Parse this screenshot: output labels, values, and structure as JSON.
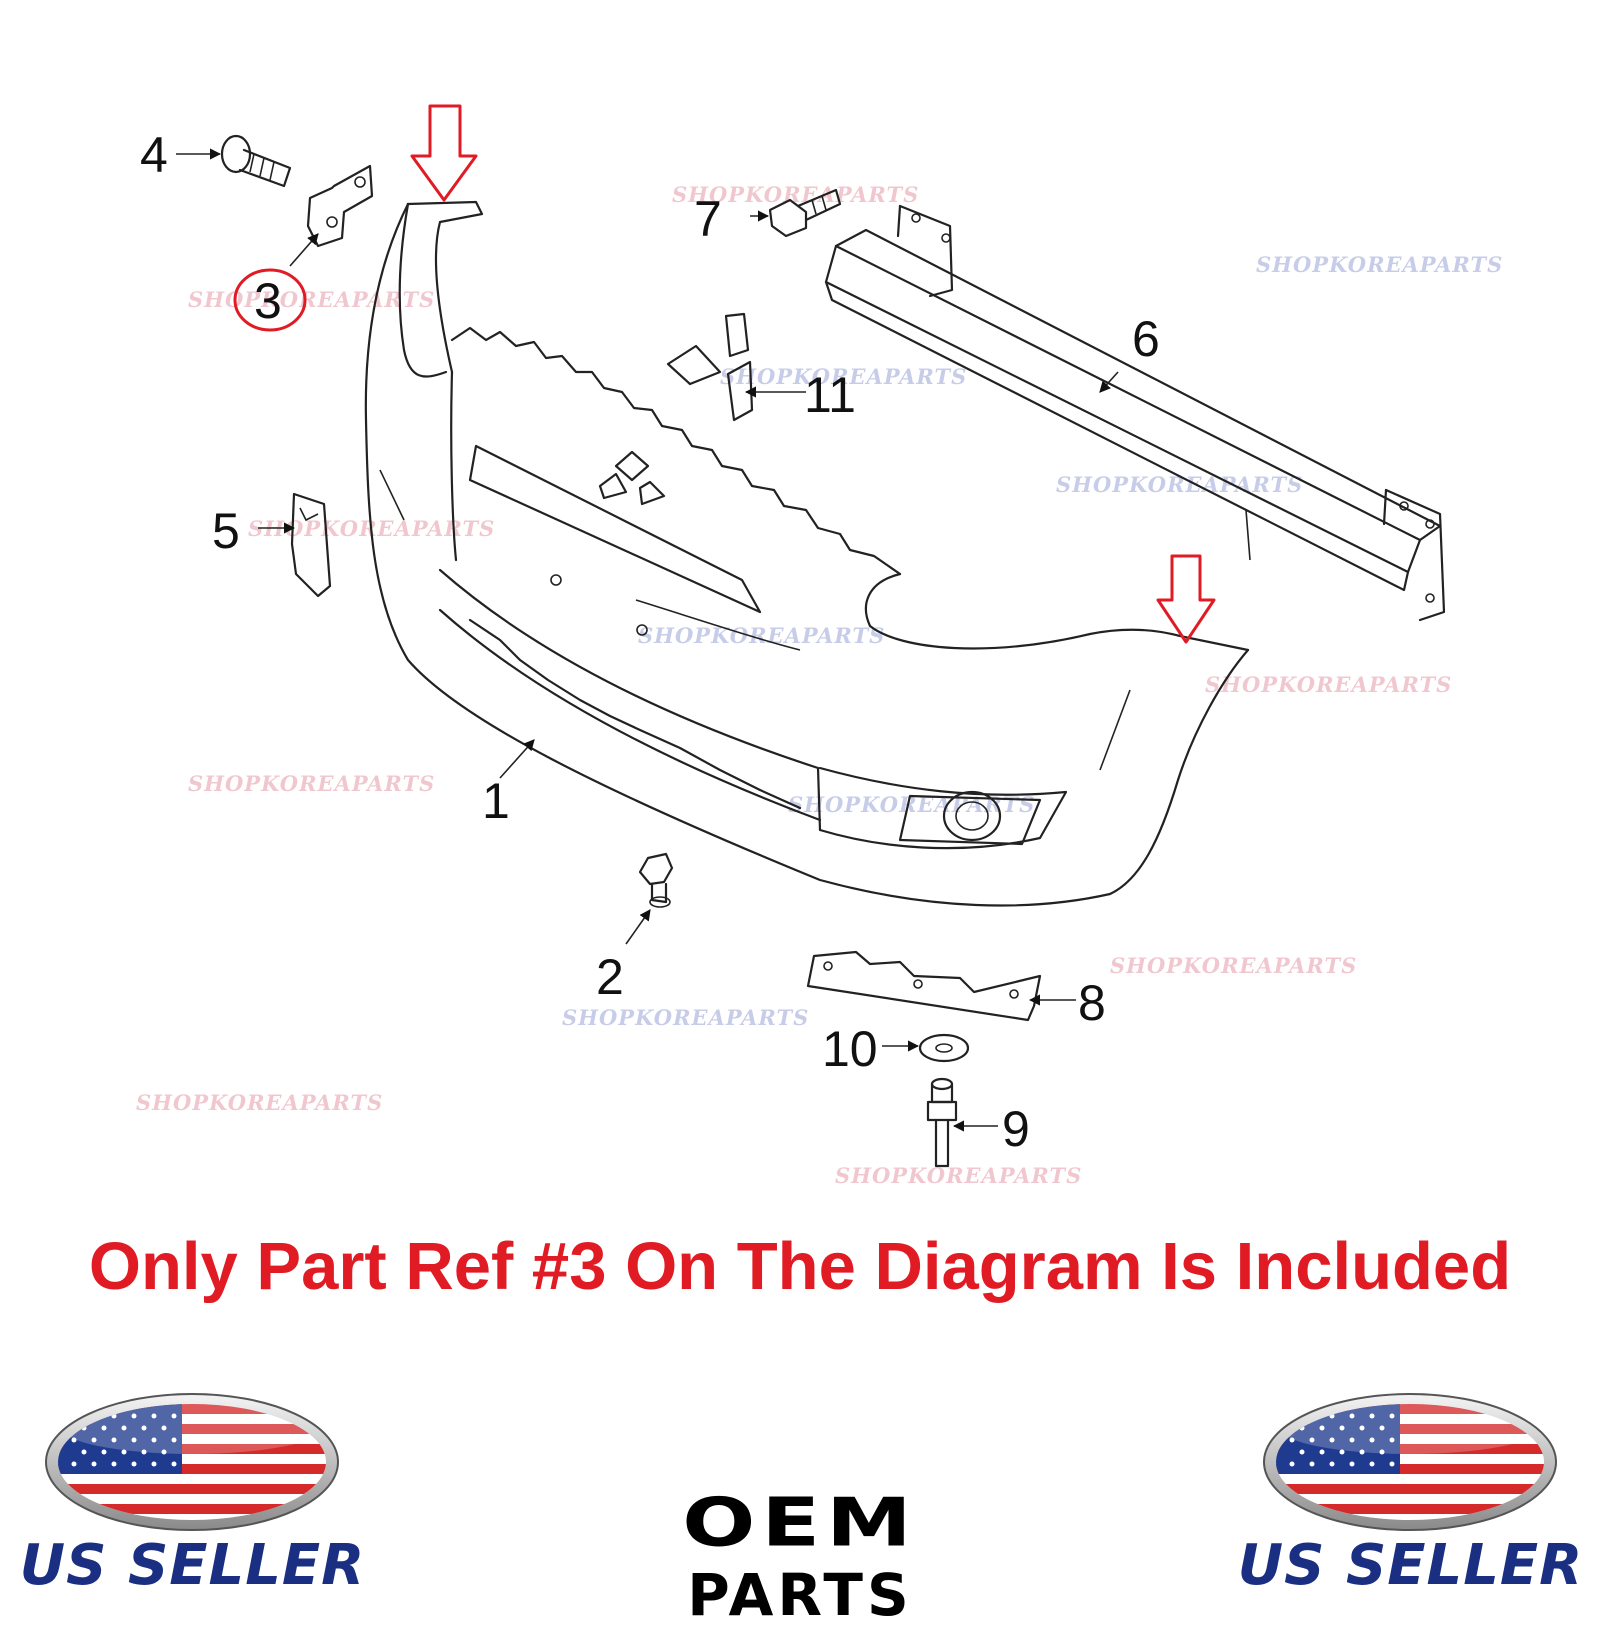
{
  "callouts": {
    "n1": "1",
    "n2": "2",
    "n3": "3",
    "n4": "4",
    "n5": "5",
    "n6": "6",
    "n7": "7",
    "n8": "8",
    "n9": "9",
    "n10": "10",
    "n11": "11"
  },
  "watermark": "SHOPKOREAPARTS",
  "notice": "Only Part Ref #3 On The Diagram Is Included",
  "badges": {
    "left": "US SELLER",
    "right": "US SELLER"
  },
  "logo": {
    "line1": "OEM",
    "line2": "PARTS"
  },
  "colors": {
    "highlight_red": "#e01b24",
    "seller_blue": "#1a2f82",
    "watermark_pink": "#e79aa8",
    "watermark_blue": "#9aa4d8",
    "flag_blue": "#1f3b8f",
    "flag_red": "#d42a2a"
  },
  "icons": {
    "highlight_arrow": "down-arrow-outline",
    "flag": "us-flag-oval"
  }
}
